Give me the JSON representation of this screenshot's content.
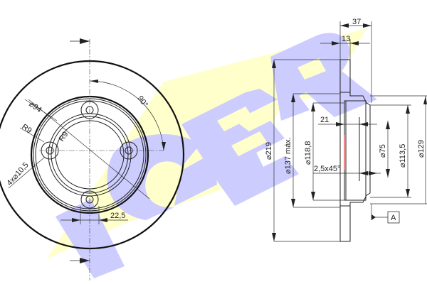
{
  "watermark": {
    "text": "ICER",
    "letters": [
      "I",
      "C",
      "E",
      "R"
    ],
    "band_color": "#ffffcc",
    "letter_color": "#ccccff"
  },
  "front_view": {
    "angle_label": "90°",
    "pcd_label": "⌀94",
    "radius_outer_label": "R9",
    "radius_inner_label": "R9",
    "holes_label": "4x⌀10,5",
    "offset_label": "22,5"
  },
  "section_view": {
    "total_width_label": "37",
    "thickness_label": "13",
    "outer_diameter_label": "⌀219",
    "max_diameter_label": "⌀137 máx.",
    "diameter_118_label": "⌀118,8",
    "depth_label": "21",
    "chamfer_label": "2,5x45°",
    "bore_label": "⌀75",
    "hub_label": "⌀113,5",
    "flange_label": "⌀129",
    "datum_label": "A"
  },
  "colors": {
    "line": "#222222",
    "watermark_yellow": "#ffffcc",
    "watermark_blue": "#ccccff",
    "accent_red": "#e04040"
  }
}
